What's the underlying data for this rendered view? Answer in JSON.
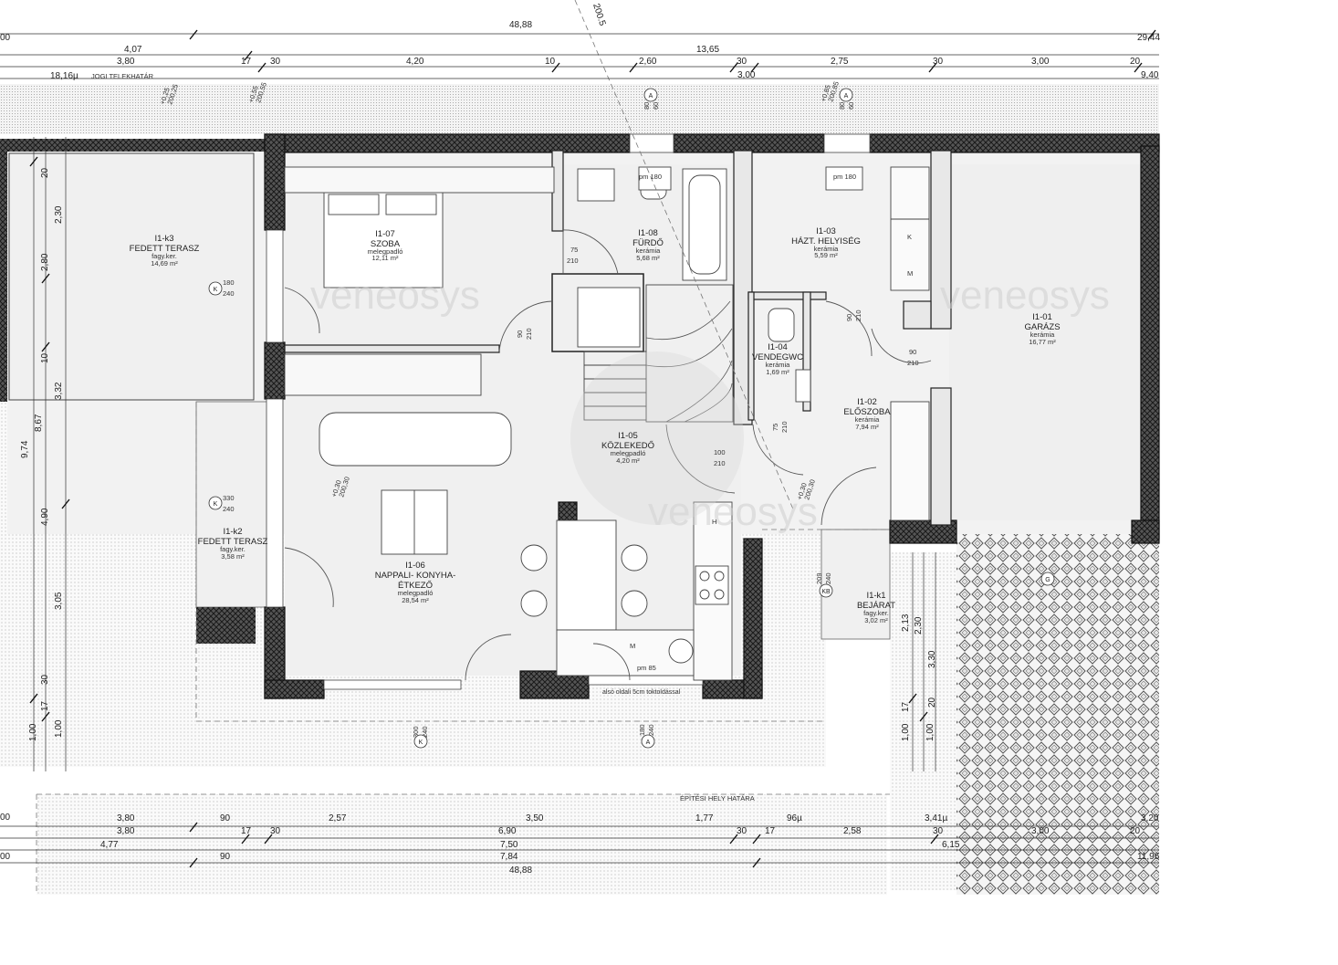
{
  "top_dims": {
    "total": "48,88",
    "row2_left": "4,07",
    "row2_mid": "13,65",
    "row2_right": "29,44",
    "row3_a": "3,80",
    "row3_b": "17",
    "row3_c": "30",
    "row3_d": "4,20",
    "row3_e": "10",
    "row3_f": "2,60",
    "row3_g": "30",
    "row3_h": "2,75",
    "row3_i": "30",
    "row3_j": "3,00",
    "row3_k": "20",
    "row4_a": "18,16µ",
    "row4_b": "3,00",
    "row4_c": "9,40",
    "diag": "200.5",
    "jogi": "JOGI TELEKHATÁR",
    "left_cut": "00"
  },
  "levels": {
    "lvl_a_1": "+0,25",
    "lvl_a_2": "200,25",
    "lvl_b_1": "+0,55",
    "lvl_b_2": "200,55",
    "lvl_c_1": "+0,85",
    "lvl_c_2": "200,85",
    "lvl_d_1": "+0,30",
    "lvl_d_2": "200,30",
    "lvl_e_1": "+0,30",
    "lvl_e_2": "200,30"
  },
  "rooms": {
    "r107": {
      "code": "I1-07",
      "name": "SZOBA",
      "floor": "melegpadló",
      "area": "12,11 m²"
    },
    "r108": {
      "code": "I1-08",
      "name": "FÜRDŐ",
      "floor": "kerámia",
      "area": "5,68 m²"
    },
    "r103": {
      "code": "I1-03",
      "name": "HÁZT. HELYISÉG",
      "floor": "kerámia",
      "area": "5,59 m²"
    },
    "r101": {
      "code": "I1-01",
      "name": "GARÁZS",
      "floor": "kerámia",
      "area": "16,77 m²"
    },
    "r104": {
      "code": "I1-04",
      "name": "VENDEGWC",
      "floor": "kerámia",
      "area": "1,69 m²"
    },
    "r102": {
      "code": "I1-02",
      "name": "ELŐSZOBA",
      "floor": "kerámia",
      "area": "7,94 m²"
    },
    "r105": {
      "code": "I1-05",
      "name": "KÖZLEKEDŐ",
      "floor": "melegpadló",
      "area": "4,20 m²"
    },
    "r106": {
      "code": "I1-06",
      "name": "NAPPALI- KONYHA-",
      "name2": "ÉTKEZŐ",
      "floor": "melegpadló",
      "area": "28,54 m²"
    },
    "rk3": {
      "code": "I1-k3",
      "name": "FEDETT TERASZ",
      "floor": "fagy.ker.",
      "area": "14,69 m²"
    },
    "rk2": {
      "code": "I1-k2",
      "name": "FEDETT TERASZ",
      "floor": "fagy.ker.",
      "area": "3,58 m²"
    },
    "rk1": {
      "code": "I1-k1",
      "name": "BEJÁRAT",
      "floor": "fagy.ker.",
      "area": "3,02 m²"
    }
  },
  "door_dims": {
    "d1_a": "75",
    "d1_b": "210",
    "d2_a": "90",
    "d2_b": "210",
    "d3_a": "90",
    "d3_b": "210",
    "d4_a": "90",
    "d4_b": "210",
    "d5_a": "75",
    "d5_b": "210",
    "d6_a": "100",
    "d6_b": "210",
    "w1_a": "180",
    "w1_b": "240",
    "w2_a": "330",
    "w2_b": "240",
    "w3_a": "80",
    "w3_b": "60",
    "w4_a": "80",
    "w4_b": "60",
    "w5_a": "300",
    "w5_b": "240",
    "w6_a": "180",
    "w6_b": "240",
    "w7_a": "209",
    "w7_b": "240",
    "pm1": "pm 180",
    "pm2": "pm 180",
    "pm3": "pm 85"
  },
  "markers": {
    "a": "A",
    "k": "K",
    "kb": "KB",
    "g": "G",
    "k_shelf": "K",
    "m_shelf": "M",
    "h_shelf": "H",
    "m_kitchen": "M"
  },
  "left_dims": {
    "v1": "20",
    "v2": "2,30",
    "v3": "2,80",
    "v4": "10",
    "v5": "3,32",
    "v6": "8,67",
    "v7": "9,74",
    "v8": "4,90",
    "v9": "3,05",
    "v10": "30",
    "v11": "17",
    "v12": "1,00",
    "v13": "1,00"
  },
  "right_dims": {
    "r1": "2,13",
    "r2": "2,30",
    "r3": "3,30",
    "r4": "17",
    "r5": "1,00",
    "r6": "1,00",
    "r7": "20"
  },
  "bottom_dims": {
    "b1_a": "3,80",
    "b1_b": "90",
    "b1_c": "2,57",
    "b1_d": "3,50",
    "b1_e": "1,77",
    "b1_f": "96µ",
    "b1_g": "3,41µ",
    "b1_h": "3,20",
    "b2_a": "3,80",
    "b2_b": "17",
    "b2_c": "30",
    "b2_d": "6,90",
    "b2_e": "30",
    "b2_f": "17",
    "b2_g": "2,58",
    "b2_h": "30",
    "b2_i": "3,00",
    "b2_j": "20",
    "b3_a": "4,77",
    "b3_b": "7,50",
    "b3_c": "6,15",
    "b4_a": "90",
    "b4_b": "7,84",
    "b4_c": "11,96",
    "total": "48,88",
    "epitesi": "ÉPÍTÉSI HELY HATÁRA",
    "also": "alsó oldali 5cm toktoldással",
    "left_cut": "00"
  },
  "watermark": "veneosys"
}
